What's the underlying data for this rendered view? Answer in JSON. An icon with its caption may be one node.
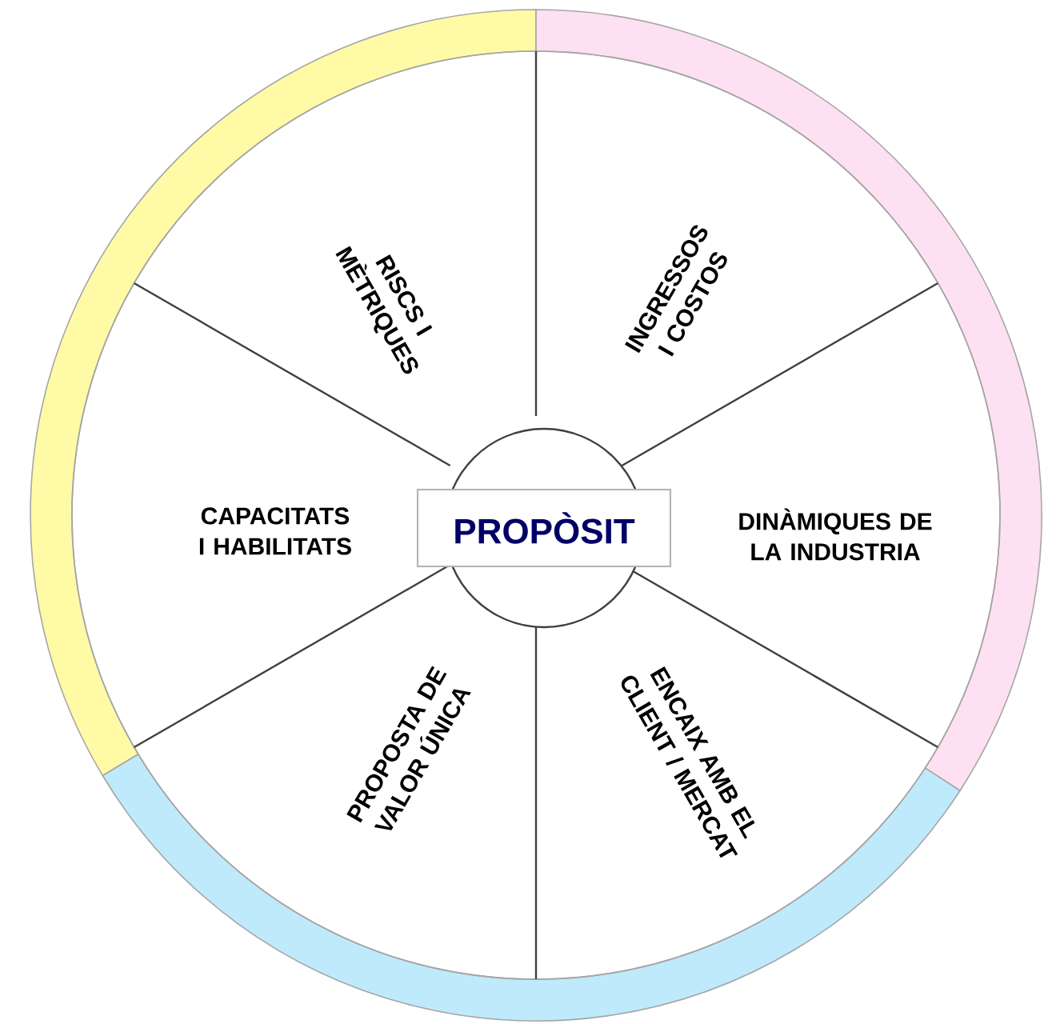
{
  "diagram": {
    "nodes": [
      {
        "text": [
          "PROPÒSIT"
        ]
      },
      {
        "text": [
          "RISCS I MÈTRIQUES"
        ]
      },
      {
        "text": [
          "INGRESSOS I COSTOS"
        ]
      },
      {
        "text": [
          "CAPACITATS I HABILITATS"
        ]
      },
      {
        "text": [
          "DINÀMIQUES DE LA INDUSTRIA"
        ]
      },
      {
        "text": [
          "PROPOSTA DE VALOR ÚNICA"
        ]
      },
      {
        "text": [
          "ENCAIX AMB EL CLIENT / MERCAT"
        ]
      }
    ]
  }
}
